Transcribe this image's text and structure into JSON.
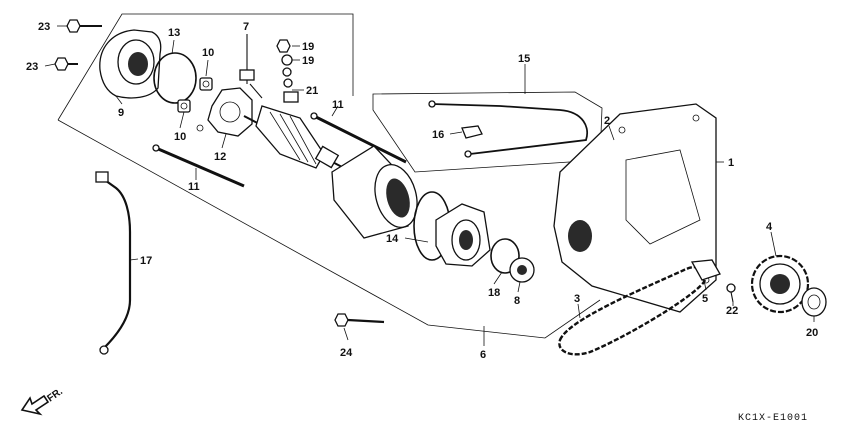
{
  "labels": {
    "p1": "1",
    "p2": "2",
    "p3": "3",
    "p4": "4",
    "p5": "5",
    "p6": "6",
    "p7": "7",
    "p8": "8",
    "p9": "9",
    "p10a": "10",
    "p10b": "10",
    "p11a": "11",
    "p11b": "11",
    "p12": "12",
    "p13": "13",
    "p14": "14",
    "p15": "15",
    "p16": "16",
    "p17": "17",
    "p18": "18",
    "p19a": "19",
    "p19b": "19",
    "p20": "20",
    "p21": "21",
    "p22": "22",
    "p23a": "23",
    "p23b": "23",
    "p24": "24"
  },
  "front_indicator": "FR.",
  "drawing_code": "KC1X-E1001"
}
